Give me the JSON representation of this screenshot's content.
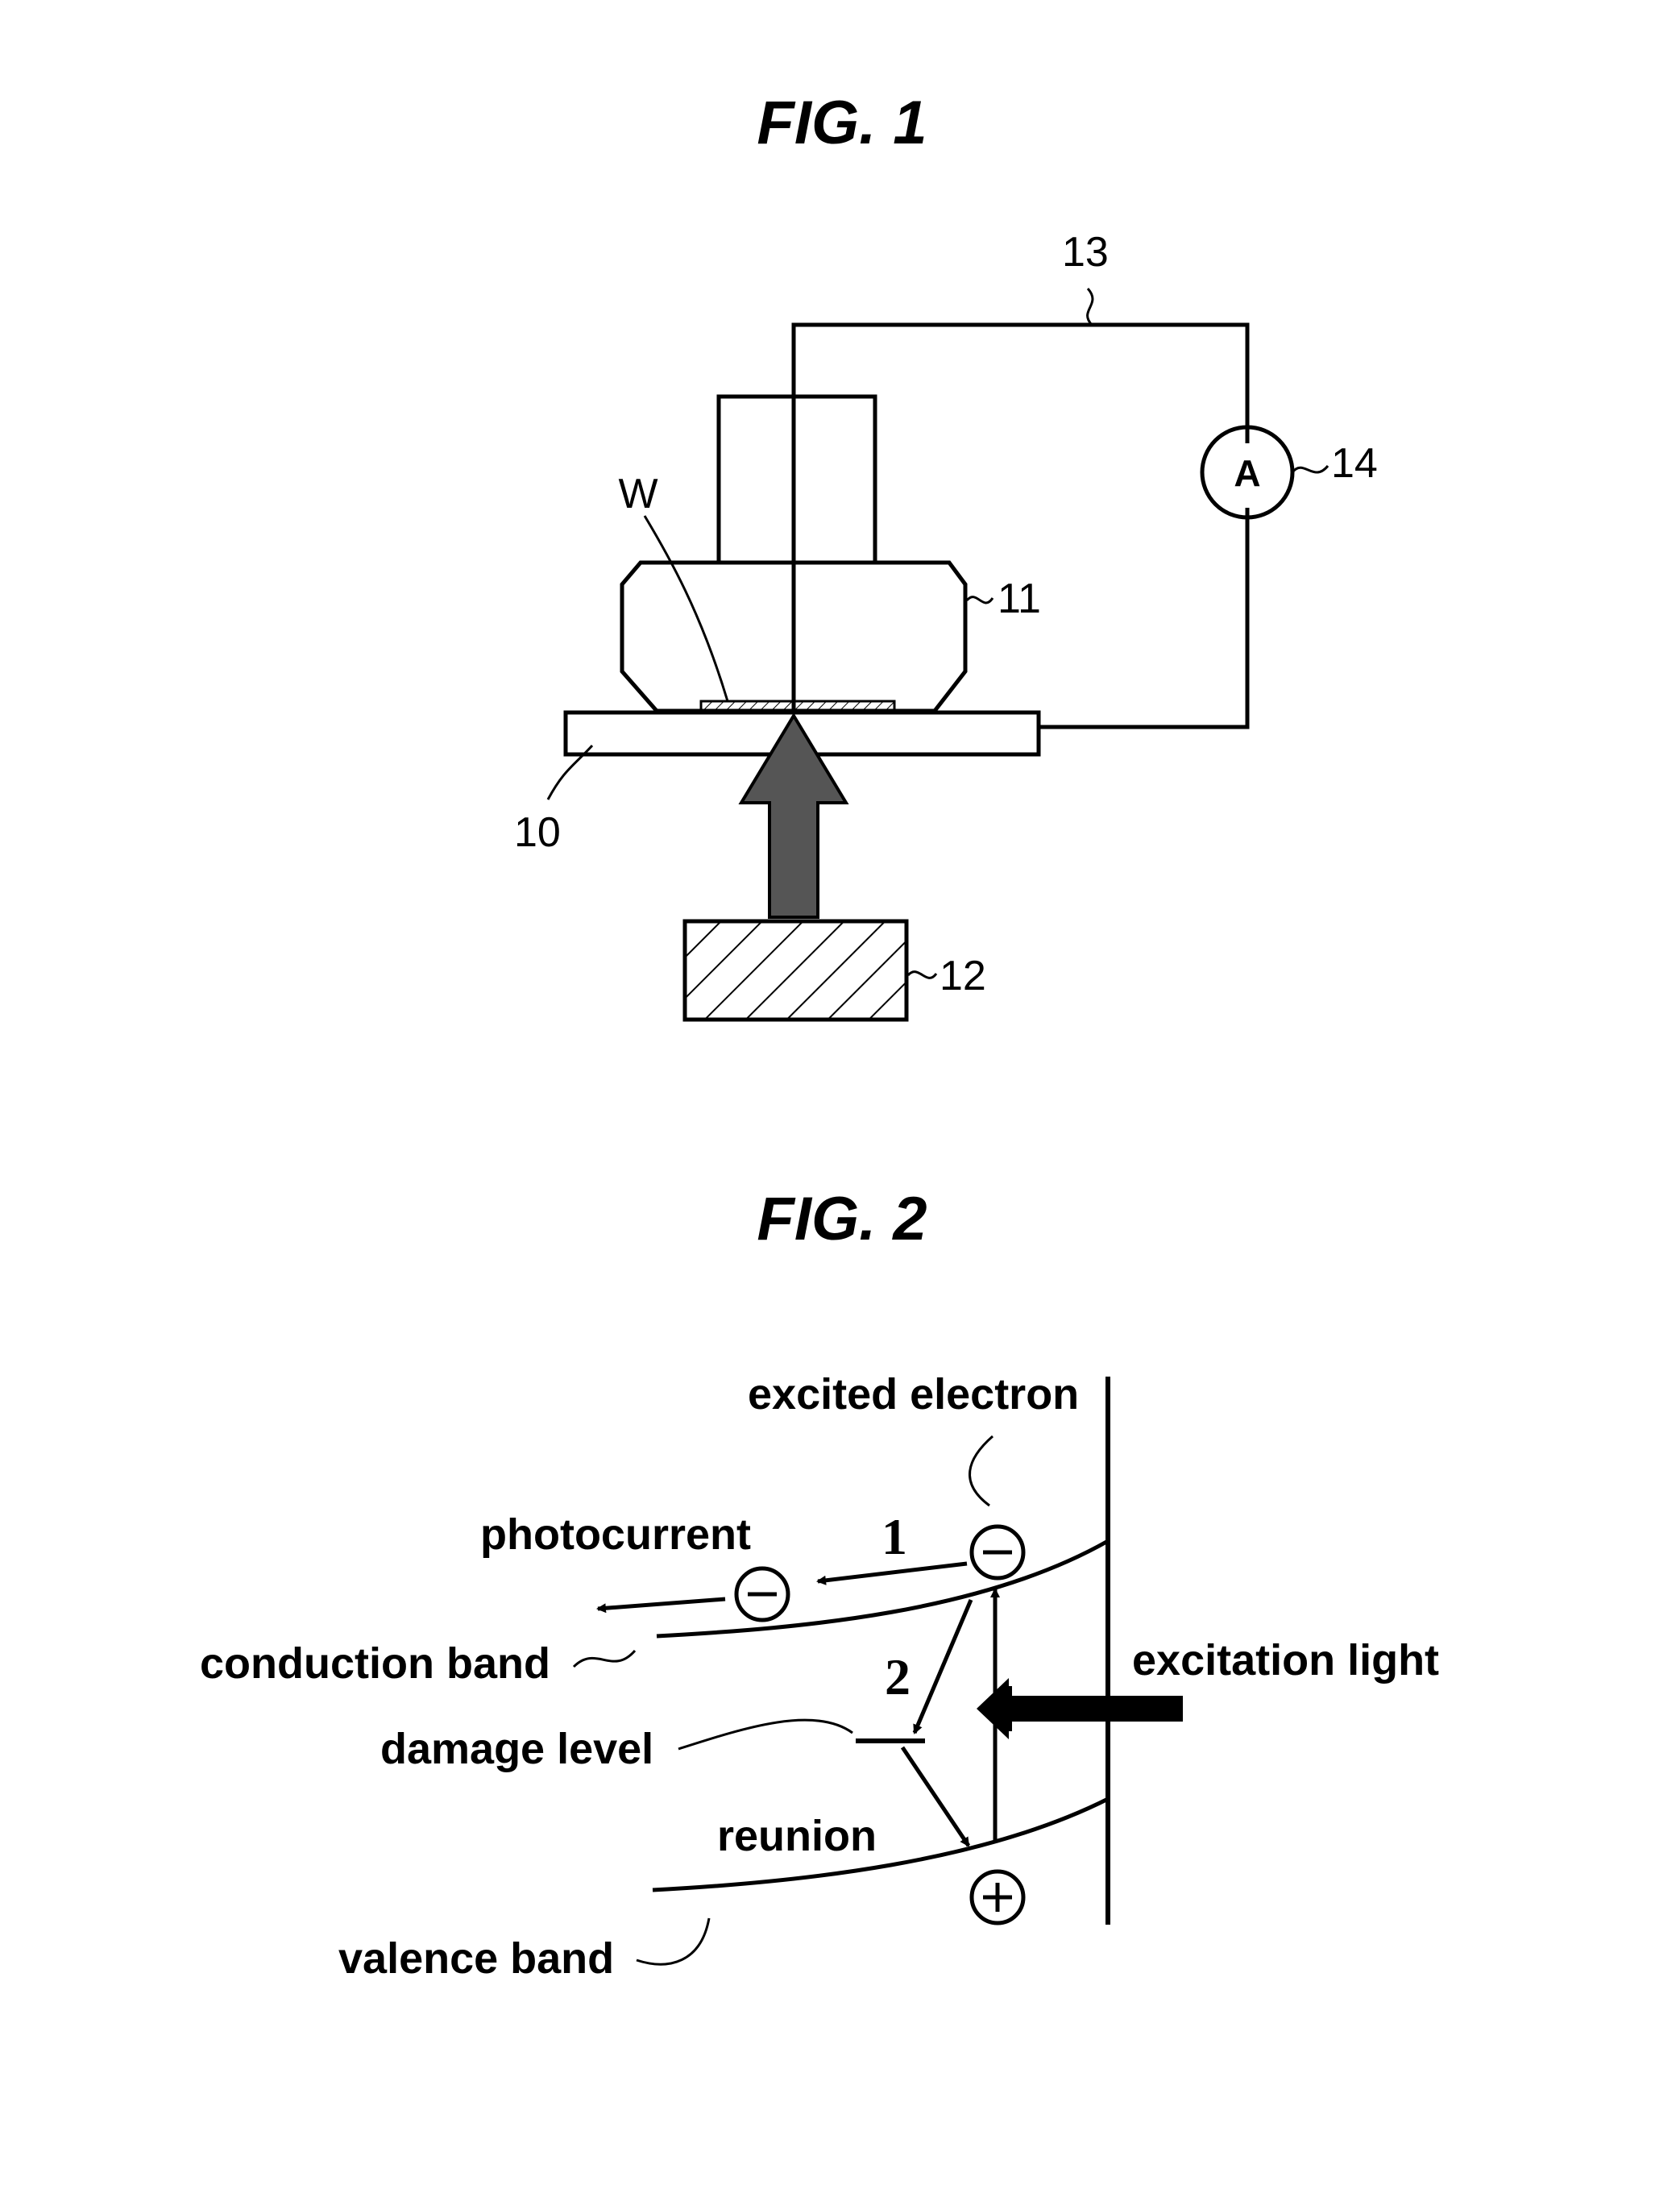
{
  "fig1": {
    "title": "FIG. 1",
    "refs": {
      "wire": "13",
      "ammeter": "14",
      "wafer": "W",
      "objective": "11",
      "stage": "10",
      "light_source": "12"
    },
    "ammeter_symbol": "A"
  },
  "fig2": {
    "title": "FIG. 2",
    "labels": {
      "excited_electron": "excited electron",
      "photocurrent": "photocurrent",
      "conduction_band": "conduction band",
      "damage_level": "damage level",
      "reunion": "reunion",
      "valence_band": "valence band",
      "excitation_light": "excitation light"
    },
    "path_numbers": {
      "path1": "1",
      "path2": "2"
    },
    "symbols": {
      "electron": "−",
      "hole": "+"
    }
  },
  "colors": {
    "ink": "#000000",
    "arrow_fill": "#555555",
    "background": "#ffffff"
  }
}
